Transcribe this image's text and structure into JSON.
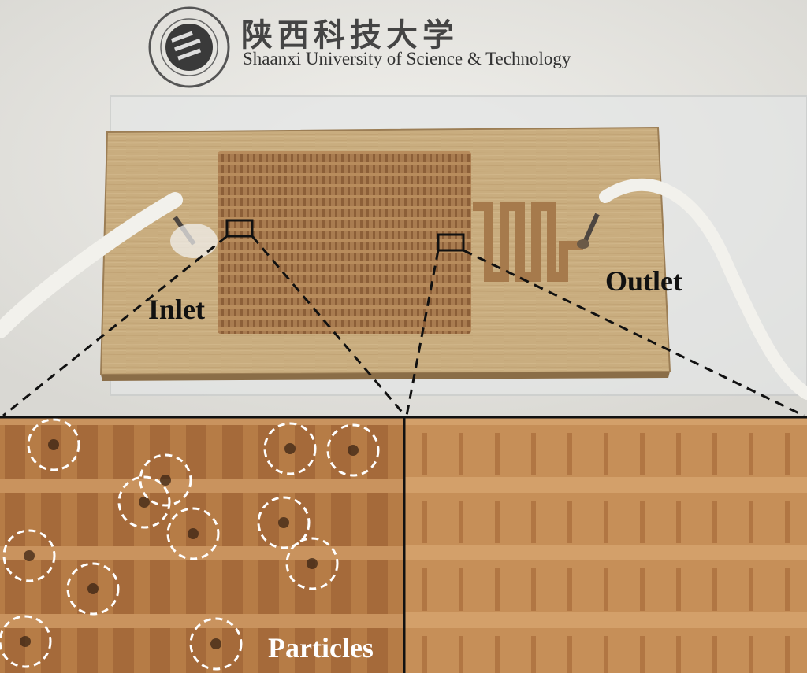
{
  "header": {
    "university_name_cn": "陕西科技大学",
    "university_name_en": "Shaanxi University of Science & Technology",
    "logo_icon": "university-seal-icon"
  },
  "photo_labels": {
    "inlet": "Inlet",
    "outlet": "Outlet"
  },
  "zoom_panels": {
    "left_label": "Particles",
    "particle_marker_count": 12
  },
  "colors": {
    "background": "#e9e8e4",
    "wood": "#c9ad7f",
    "channel": "#9c7046",
    "zoom_wood": "#b8804c",
    "tube": "#f2f1ec",
    "marker_dashed": "#ffffff"
  }
}
